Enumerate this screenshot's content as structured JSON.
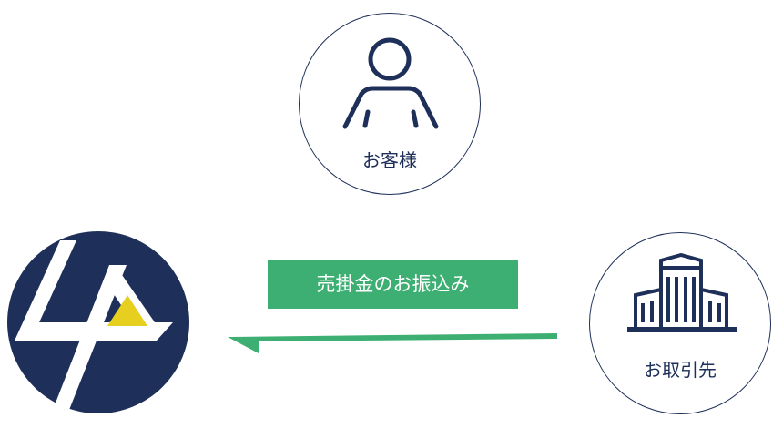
{
  "customer": {
    "label": "お客様",
    "icon": "person-icon"
  },
  "supplier": {
    "label": "お取引先",
    "icon": "building-icon"
  },
  "company": {
    "logo": "company-logo"
  },
  "flow": {
    "label": "売掛金のお振込み",
    "direction": "supplier-to-company",
    "color": "#3daf72"
  },
  "colors": {
    "navy": "#1e2f59",
    "green": "#3daf72",
    "yellow": "#e6cf1f"
  }
}
